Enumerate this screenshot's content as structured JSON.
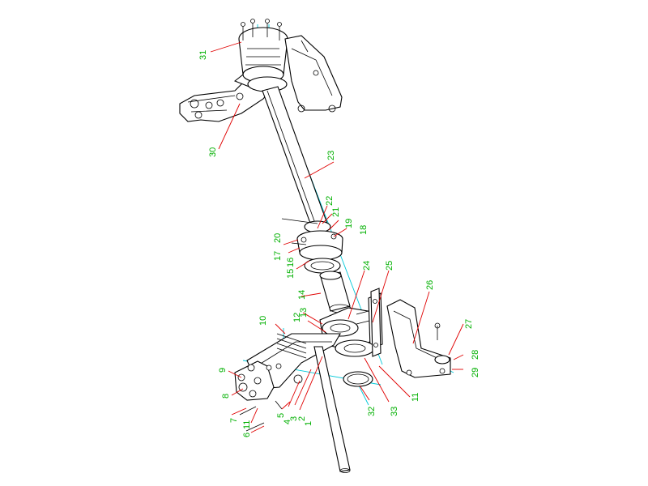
{
  "colors": {
    "outline": "#000000",
    "center_axis": "#00c8d8",
    "leader": "#e00000",
    "label": "#00b000",
    "background": "#ffffff"
  },
  "labels": {
    "p1": "1",
    "p2": "2",
    "p3": "3",
    "p4": "4",
    "p5": "5",
    "p6": "6",
    "p7": "7",
    "p8": "8",
    "p9": "9",
    "p10": "10",
    "p11a": "11",
    "p11b": "11",
    "p12": "12",
    "p13": "13",
    "p14": "14",
    "p15": "15",
    "p16": "16",
    "p17": "17",
    "p18": "18",
    "p19": "19",
    "p20": "20",
    "p21": "21",
    "p22": "22",
    "p23": "23",
    "p24": "24",
    "p25": "25",
    "p26": "26",
    "p27": "27",
    "p28": "28",
    "p29": "29",
    "p30": "30",
    "p31": "31",
    "p32": "32",
    "p33": "33"
  }
}
